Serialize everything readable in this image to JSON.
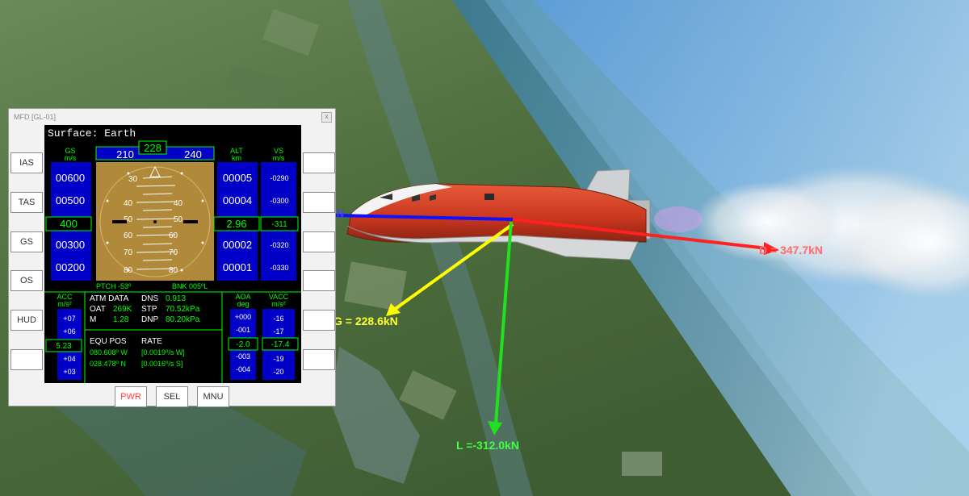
{
  "mfd": {
    "window_title": "MFD [GL-01]",
    "close_glyph": "x",
    "mode_title": "Surface: Earth",
    "left_buttons": [
      "IAS",
      "TAS",
      "GS",
      "OS",
      "HUD",
      ""
    ],
    "right_buttons": [
      "",
      "",
      "",
      "",
      "",
      ""
    ],
    "bottom_buttons": [
      "PWR",
      "SEL",
      "MNU"
    ],
    "heading_tape": {
      "left": "210",
      "center": "228",
      "right": "240"
    },
    "gs_tape": {
      "label": "GS",
      "unit": "m/s",
      "values": [
        "00600",
        "00500",
        "00300",
        "00200"
      ],
      "current": "400"
    },
    "alt_tape": {
      "label": "ALT",
      "unit": "km",
      "values": [
        "00005",
        "00004",
        "00002",
        "00001"
      ],
      "current": "2.96"
    },
    "vs_tape": {
      "label": "VS",
      "unit": "m/s",
      "values": [
        "-0290",
        "-0300",
        "-0320",
        "-0330"
      ],
      "current": "-311"
    },
    "pitch_ladder": [
      "30",
      "40",
      "50",
      "60",
      "70",
      "80"
    ],
    "pitch_readout": "PTCH -53º",
    "bank_readout": "BNK 005ºL",
    "acc_tape": {
      "label": "ACC",
      "unit": "m/s²",
      "values": [
        "+07",
        "+06",
        "+04",
        "+03"
      ],
      "current": "5.23"
    },
    "aoa_tape": {
      "label": "AOA",
      "unit": "deg",
      "values": [
        "+000",
        "-001",
        "-003",
        "-004"
      ],
      "current": "-2.0"
    },
    "vacc_tape": {
      "label": "VACC",
      "unit": "m/s²",
      "values": [
        "-16",
        "-17",
        "-19",
        "-20"
      ],
      "current": "-17.4"
    },
    "atm": {
      "header": "ATM DATA",
      "dns_label": "DNS",
      "dns_value": "0.913",
      "oat_label": "OAT",
      "oat_value": "269K",
      "stp_label": "STP",
      "stp_value": "70.52kPa",
      "m_label": "M",
      "m_value": "1.28",
      "dnp_label": "DNP",
      "dnp_value": "80.20kPa"
    },
    "equ": {
      "pos_header": "EQU POS",
      "rate_header": "RATE",
      "lon": "080.608º W",
      "lon_rate": "[0.0019º/s W]",
      "lat": "028.478º N",
      "lat_rate": "[0.0016º/s S]"
    }
  },
  "forces": {
    "drag": "D = 347.7kN",
    "gravity": "G = 228.6kN",
    "lift": "L =-312.0kN",
    "blue_marker": "N"
  },
  "colors": {
    "mfd_green": "#00ff00",
    "mfd_white": "#ffffff",
    "tape_blue": "#0000c8",
    "attitude_brown": "#b08a3a",
    "drag_red": "#ff2020",
    "gravity_yellow": "#ffff00",
    "lift_green": "#20e020",
    "axis_blue": "#1010ff",
    "pwr_red": "#ff4040"
  }
}
